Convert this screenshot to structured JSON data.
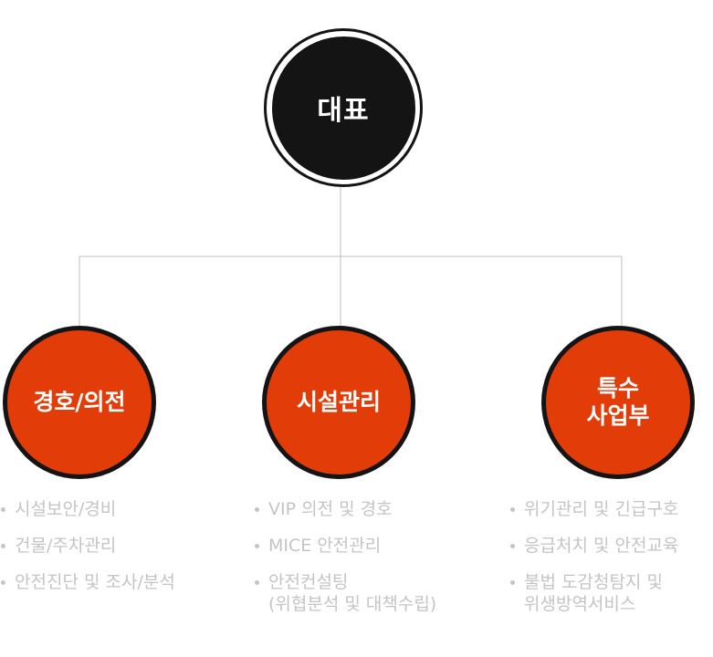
{
  "root": {
    "label": "대표"
  },
  "departments": [
    {
      "label_lines": [
        "경호/의전"
      ],
      "items": [
        {
          "lines": [
            "시설보안/경비"
          ]
        },
        {
          "lines": [
            "건물/주차관리"
          ]
        },
        {
          "lines": [
            "안전진단 및 조사/분석"
          ]
        }
      ]
    },
    {
      "label_lines": [
        "시설관리"
      ],
      "items": [
        {
          "lines": [
            "VIP 의전 및 경호"
          ]
        },
        {
          "lines": [
            "MICE 안전관리"
          ]
        },
        {
          "lines": [
            "안전컨설팅",
            "(위협분석 및 대책수립)"
          ]
        }
      ]
    },
    {
      "label_lines": [
        "특수",
        "사업부"
      ],
      "items": [
        {
          "lines": [
            "위기관리 및 긴급구호"
          ]
        },
        {
          "lines": [
            "응급처치 및 안전교육"
          ]
        },
        {
          "lines": [
            "불법 도감청탐지 및",
            "위생방역서비스"
          ]
        }
      ]
    }
  ],
  "colors": {
    "root_fill": "#141414",
    "department_fill": "#e23c08",
    "connector": "#bdbdbd",
    "item_text": "#c4c4c4"
  }
}
